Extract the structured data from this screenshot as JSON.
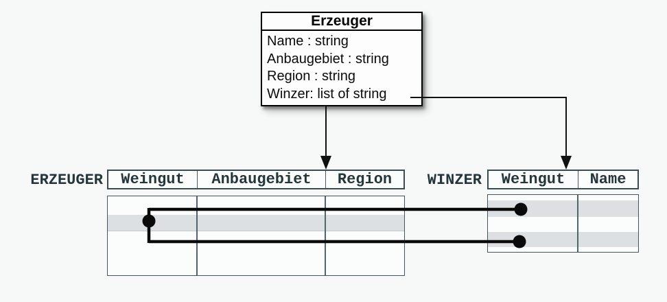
{
  "diagram": {
    "kind": "object-to-relational mapping diagram",
    "background_color": "#f7f8f8",
    "accent_black": "#0a0a0a",
    "table_border_color": "#44535a",
    "header_text_color": "#24363a",
    "shaded_row_color": "#dde0e3"
  },
  "class_box": {
    "title": "Erzeuger",
    "attributes": [
      "Name : string",
      "Anbaugebiet : string",
      "Region : string",
      "Winzer: list of string"
    ]
  },
  "tables": {
    "erzeuger": {
      "label": "ERZEUGER",
      "columns": [
        "Weingut",
        "Anbaugebiet",
        "Region"
      ],
      "shaded_rows": 1,
      "cells": "empty"
    },
    "winzer": {
      "label": "WINZER",
      "columns": [
        "Weingut",
        "Name"
      ],
      "shaded_rows": 2,
      "cells": "empty"
    }
  },
  "connections": {
    "arrow_class_to_erzeuger": "vertical arrow from Erzeuger class box bottom to ERZEUGER table header",
    "arrow_winzer_attr_to_winzer": "elbow arrow from attribute 'Winzer: list of string' to WINZER table header (Weingut column)",
    "record_links": "shaded ERZEUGER row linked by black dot-and-line bus to two shaded WINZER rows (dots in Weingut columns)"
  }
}
